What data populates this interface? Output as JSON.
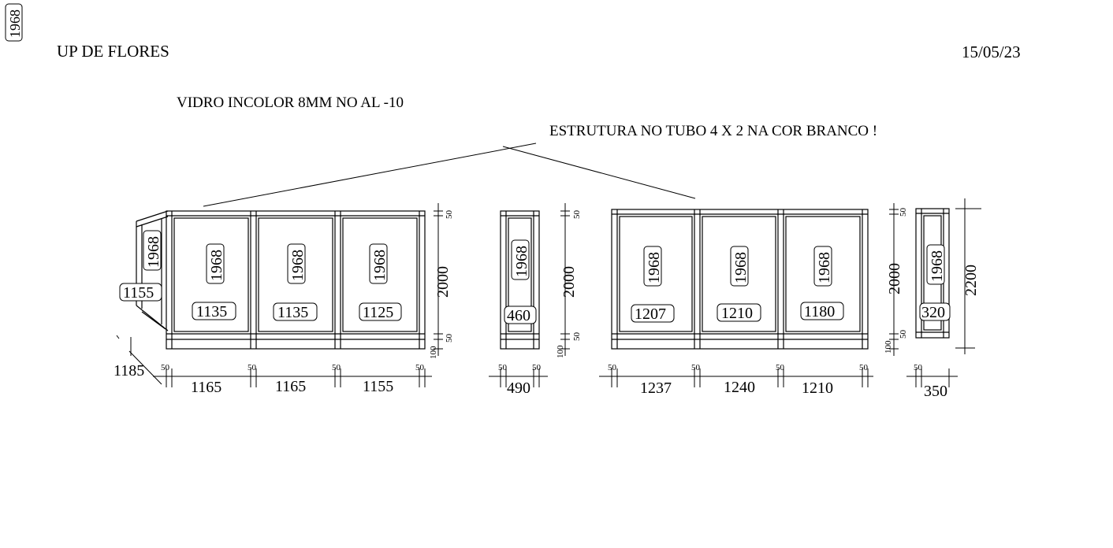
{
  "header": {
    "stamp": "1968",
    "project": "UP DE FLORES",
    "date": "15/05/23"
  },
  "notes": {
    "glass": "VIDRO INCOLOR 8MM  NO AL -10",
    "structure": "ESTRUTURA NO TUBO 4 X 2 NA COR BRANCO !"
  },
  "panel_a": {
    "side_height": "1968",
    "side_width": "1155",
    "side_depth": "1185",
    "glass_heights": [
      "1968",
      "1968",
      "1968"
    ],
    "glass_widths": [
      "1135",
      "1135",
      "1125"
    ],
    "bay_widths": [
      "1165",
      "1165",
      "1155"
    ],
    "post_width": "50",
    "height": "2000",
    "top_rail": "50",
    "bottom_rail": "50",
    "foot": "100"
  },
  "panel_b": {
    "glass_height": "1968",
    "glass_width": "460",
    "bay_width": "490",
    "post_width": "50",
    "height": "2000",
    "top_rail": "50",
    "bottom_rail": "50",
    "foot": "100"
  },
  "panel_c": {
    "glass_heights": [
      "1968",
      "1968",
      "1968"
    ],
    "glass_widths": [
      "1207",
      "1210",
      "1180"
    ],
    "bay_widths": [
      "1237",
      "1240",
      "1210"
    ],
    "post_width": "50",
    "height": "2000",
    "top_rail": "50",
    "bottom_rail": "50",
    "foot": "100"
  },
  "panel_d": {
    "glass_height": "1968",
    "glass_width": "320",
    "bay_width": "350",
    "post_width": "50",
    "total_height": "2200"
  }
}
